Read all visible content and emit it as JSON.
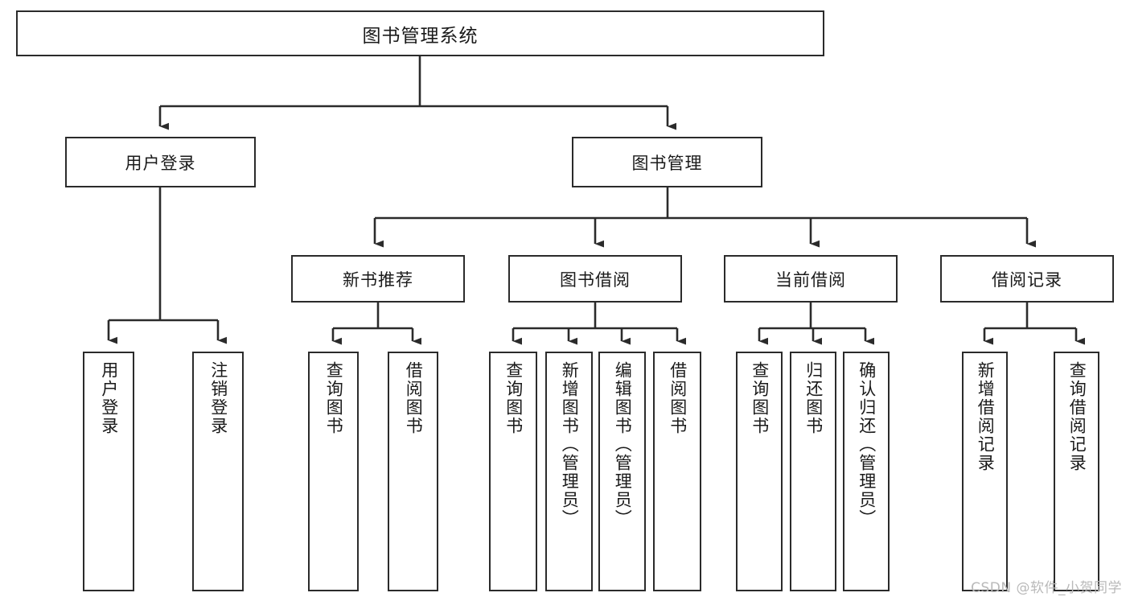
{
  "diagram": {
    "title": "图书管理系统",
    "type": "tree-hierarchy-chart",
    "root": {
      "label": "图书管理系统"
    },
    "level2": [
      {
        "label": "用户登录"
      },
      {
        "label": "图书管理"
      }
    ],
    "level3": [
      {
        "label": "新书推荐"
      },
      {
        "label": "图书借阅"
      },
      {
        "label": "当前借阅"
      },
      {
        "label": "借阅记录"
      }
    ],
    "leaves": {
      "user_login": [
        {
          "label": "用户登录"
        },
        {
          "label": "注销登录"
        }
      ],
      "new_book_recommend": [
        {
          "label": "查询图书"
        },
        {
          "label": "借阅图书"
        }
      ],
      "book_borrow": [
        {
          "label": "查询图书"
        },
        {
          "label": "新增图书（管理员）"
        },
        {
          "label": "编辑图书（管理员）"
        },
        {
          "label": "借阅图书"
        }
      ],
      "current_borrow": [
        {
          "label": "查询图书"
        },
        {
          "label": "归还图书"
        },
        {
          "label": "确认归还（管理员）"
        }
      ],
      "borrow_record": [
        {
          "label": "新增借阅记录"
        },
        {
          "label": "查询借阅记录"
        }
      ]
    }
  },
  "watermark": {
    "text": "CSDN @软件_小贺同学"
  },
  "colors": {
    "stroke": "#2b2b2b",
    "box_fill": "#ffffff",
    "text": "#1a1a1a",
    "watermark": "#b9b9b9"
  }
}
